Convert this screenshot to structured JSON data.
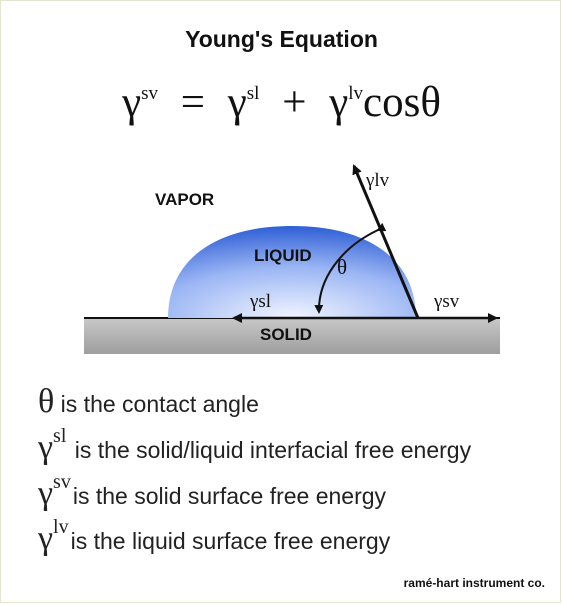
{
  "title": "Young's Equation",
  "equation": {
    "gamma": "γ",
    "sv": "sv",
    "sl": "sl",
    "lv": "lv",
    "equals": "=",
    "plus": "+",
    "cos": "cosθ"
  },
  "diagram": {
    "vapor": "VAPOR",
    "liquid": "LIQUID",
    "solid": "SOLID",
    "theta": "θ",
    "gamma_lv": "γlv",
    "gamma_sl": "γsl",
    "gamma_sv": "γsv"
  },
  "legend": [
    {
      "symbol": "θ",
      "sup": "",
      "text": " is the contact angle"
    },
    {
      "symbol": "γ",
      "sup": "sl",
      "text": " is the solid/liquid interfacial free energy"
    },
    {
      "symbol": "γ",
      "sup": "sv",
      "text": "is the solid surface free energy"
    },
    {
      "symbol": "γ",
      "sup": "lv",
      "text": "is the liquid surface free energy"
    }
  ],
  "credit": "ramé-hart instrument co.",
  "colors": {
    "droplet_edge": "#2f5fd6",
    "droplet_center": "#e4ecff",
    "solid_fill": "#b5b5b5",
    "ink": "#111111"
  }
}
